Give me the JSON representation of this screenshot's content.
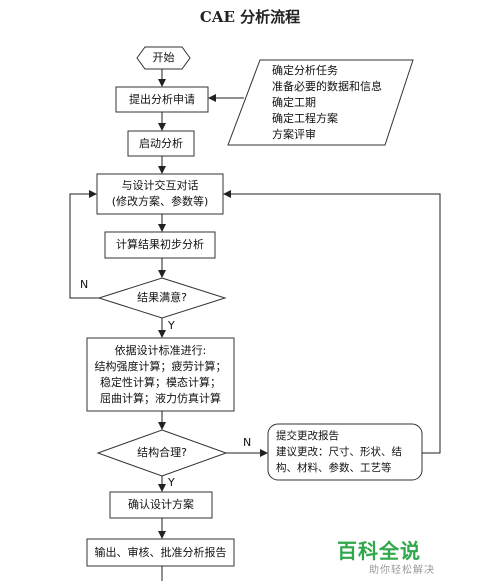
{
  "title": "CAE 分析流程",
  "nodes": {
    "start": "开始",
    "submit": "提出分析申请",
    "start_analysis": "启动分析",
    "dialogue": [
      "与设计交互对话",
      "(修改方案、参数等)"
    ],
    "prelim": "计算结果初步分析",
    "satisfied": "结果满意?",
    "calc": [
      "依据设计标准进行:",
      "结构强度计算；疲劳计算；",
      "稳定性计算；模态计算；",
      "屈曲计算；液力仿真计算"
    ],
    "reasonable": "结构合理?",
    "report_change": [
      "提交更改报告",
      "建议更改：尺寸、形状、结",
      "构、材料、参数、工艺等"
    ],
    "confirm": "确认设计方案",
    "output": "输出、审核、批准分析报告"
  },
  "input_items": [
    "确定分析任务",
    "准备必要的数据和信息",
    "确定工期",
    "确定工程方案",
    "方案评审"
  ],
  "branch_labels": {
    "satisfied_no": "N",
    "satisfied_yes": "Y",
    "reasonable_no": "N",
    "reasonable_yes": "Y"
  },
  "watermark": {
    "brand": "百科全说",
    "tagline": "助你轻松解决"
  }
}
